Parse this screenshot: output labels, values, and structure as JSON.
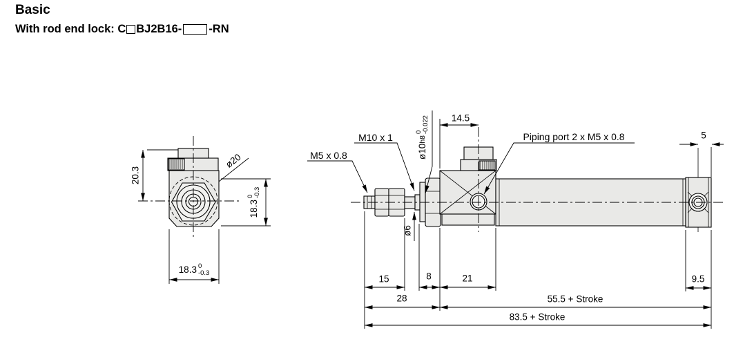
{
  "header": {
    "title": "Basic",
    "subtitle_prefix": "With rod end lock: C",
    "subtitle_mid": "BJ2B16-",
    "subtitle_suffix": "-RN"
  },
  "end_view": {
    "dim_knob_height": "20.3",
    "dim_body_diameter": "ø20",
    "dim_body_height": {
      "main": "18.3",
      "tol_top": "0",
      "tol_bot": "-0.3"
    },
    "dim_body_width": {
      "main": "18.3",
      "tol_top": "0",
      "tol_bot": "-0.3"
    }
  },
  "side_view": {
    "label_rod_end_thread": "M5 x 0.8",
    "label_lock_nut_thread": "M10 x 1",
    "label_pilot_diameter": {
      "main": "ø10",
      "fit": "h8",
      "tol_top": "0",
      "tol_bot": "-0.022"
    },
    "label_rod_diameter": "ø6",
    "label_piping_port": "Piping port 2 x M5 x 0.8",
    "dim_head_to_port": "14.5",
    "dim_rear_port_offset": "5",
    "dim_rod_thread_length": "15",
    "dim_nut_section": "8",
    "dim_lock_body_length": "21",
    "dim_rear_cap_length": "9.5",
    "dim_front_section": "28",
    "dim_body_stroke": "55.5 + Stroke",
    "dim_overall_stroke": "83.5 + Stroke"
  },
  "colors": {
    "line": "#000000",
    "part_fill": "#e9e9e7",
    "background": "#ffffff"
  }
}
